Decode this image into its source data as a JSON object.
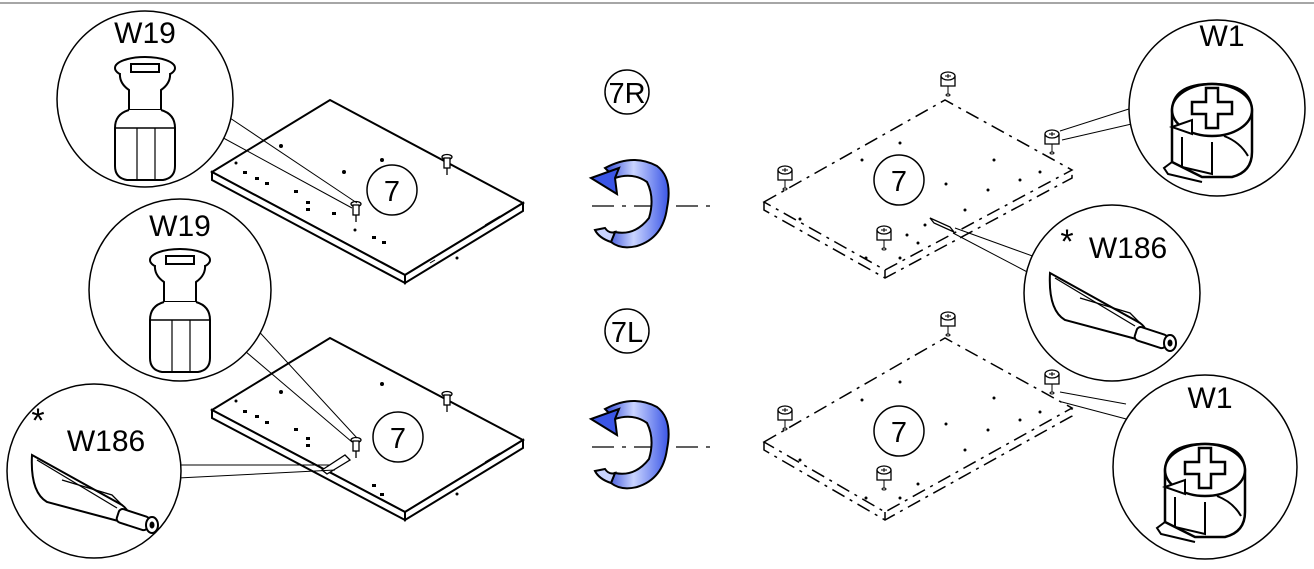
{
  "labels": {
    "part_w19_top": "W19",
    "part_w19_mid": "W19",
    "part_w1_top": "W1",
    "part_w1_bottom": "W1",
    "part_w186_right_star": "*",
    "part_w186_right": "W186",
    "part_w186_left_star": "*",
    "part_w186_left": "W186",
    "variant_right": "7R",
    "variant_left": "7L",
    "board_top_left": "7",
    "board_bottom_left": "7",
    "board_top_right": "7",
    "board_bottom_right": "7"
  },
  "icons": {
    "rotate_top": "flip-rotate-arrow-icon",
    "rotate_bottom": "flip-rotate-arrow-icon",
    "dowel": "dowel-w19-icon",
    "cam_lock": "cam-lock-w1-icon",
    "support_pin": "shelf-support-w186-icon"
  },
  "colors": {
    "arrow_fill_light": "#c9d4ff",
    "arrow_fill_dark": "#3b56e6",
    "line": "#000000"
  }
}
